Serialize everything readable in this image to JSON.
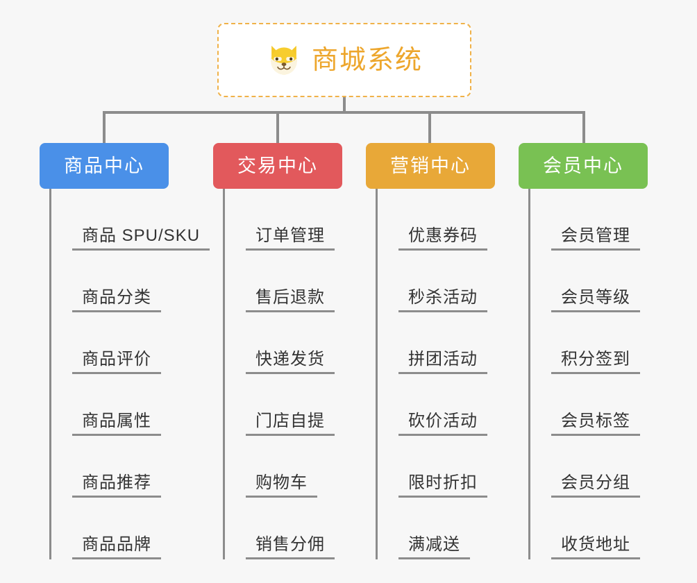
{
  "canvas": {
    "background": "#f7f7f7",
    "connector_color": "#8c8c8c"
  },
  "root": {
    "title": "商城系统",
    "icon": "shiba-dog-icon",
    "text_color": "#eda62c",
    "border_color": "#f0b249",
    "background": "#ffffff"
  },
  "columns": [
    {
      "title": "商品中心",
      "color": "#4a90e8",
      "items": [
        "商品 SPU/SKU",
        "商品分类",
        "商品评价",
        "商品属性",
        "商品推荐",
        "商品品牌"
      ]
    },
    {
      "title": "交易中心",
      "color": "#e2595c",
      "items": [
        "订单管理",
        "售后退款",
        "快递发货",
        "门店自提",
        "购物车",
        "销售分佣"
      ]
    },
    {
      "title": "营销中心",
      "color": "#e8a838",
      "items": [
        "优惠券码",
        "秒杀活动",
        "拼团活动",
        "砍价活动",
        "限时折扣",
        "满减送"
      ]
    },
    {
      "title": "会员中心",
      "color": "#79c153",
      "items": [
        "会员管理",
        "会员等级",
        "积分签到",
        "会员标签",
        "会员分组",
        "收货地址"
      ]
    }
  ]
}
